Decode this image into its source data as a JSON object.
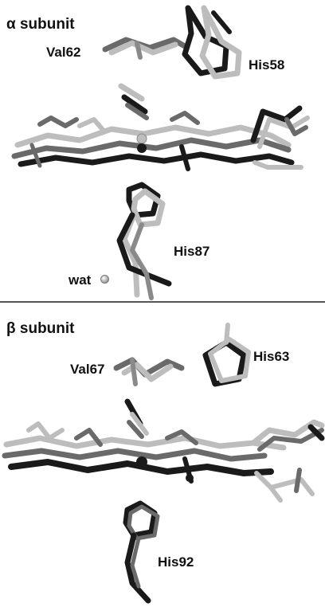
{
  "alpha": {
    "title_prefix": "α",
    "title": "subunit",
    "labels": {
      "val": "Val62",
      "his_distal": "His58",
      "his_proximal": "His87",
      "water": "wat"
    }
  },
  "beta": {
    "title_prefix": "β",
    "title": "subunit",
    "labels": {
      "val": "Val67",
      "his_distal": "His63",
      "his_proximal": "His92"
    }
  },
  "colors": {
    "structure_dark": "#1a1a1a",
    "structure_mid": "#6a6a6a",
    "structure_light": "#bdbdbd",
    "divider": "#555555"
  }
}
